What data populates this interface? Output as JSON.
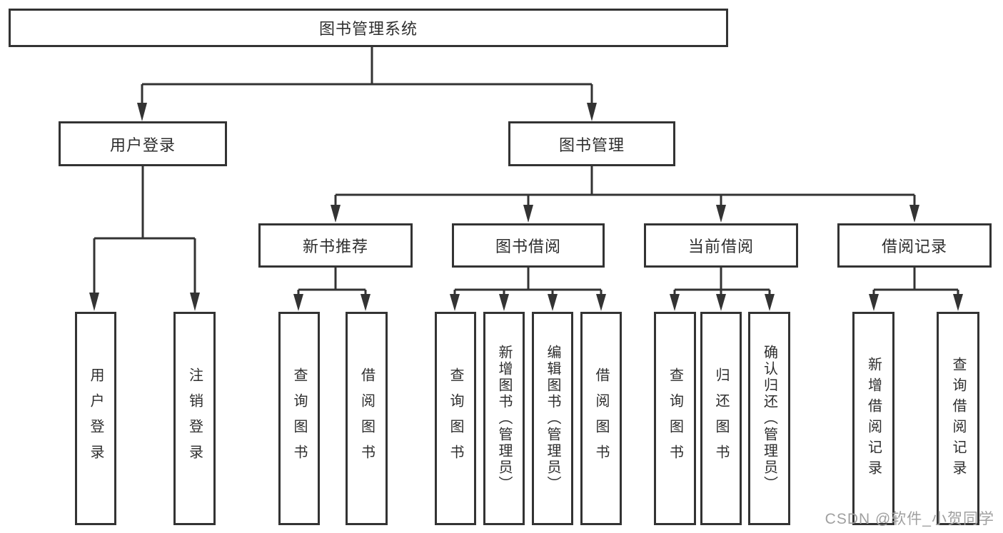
{
  "root": {
    "label": "图书管理系统"
  },
  "level2": [
    {
      "id": "user-login",
      "label": "用户登录",
      "children": [
        "用户登录",
        "注销登录"
      ]
    },
    {
      "id": "book-management",
      "label": "图书管理"
    }
  ],
  "level3": [
    {
      "id": "new-books",
      "label": "新书推荐",
      "children": [
        "查询图书",
        "借阅图书"
      ]
    },
    {
      "id": "book-borrow",
      "label": "图书借阅",
      "children": [
        "查询图书",
        "新增图书（管理员）",
        "编辑图书（管理员）",
        "借阅图书"
      ]
    },
    {
      "id": "current-borrow",
      "label": "当前借阅",
      "children": [
        "查询图书",
        "归还图书",
        "确认归还（管理员）"
      ]
    },
    {
      "id": "borrow-records",
      "label": "借阅记录",
      "children": [
        "新增借阅记录",
        "查询借阅记录"
      ]
    }
  ],
  "watermark": "CSDN @软件_小贺同学",
  "colors": {
    "line": "#333333",
    "text": "#2e2e2e",
    "watermark": "#a0a0a0"
  }
}
